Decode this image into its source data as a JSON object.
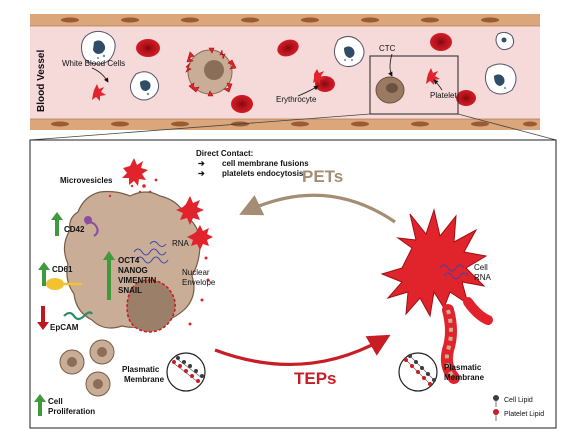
{
  "vessel": {
    "title": "Blood Vessel",
    "white_blood_cells": "White Blood Cells",
    "ctc": "CTC",
    "erythrocyte": "Erythrocyte",
    "platelet": "Platelet"
  },
  "detail": {
    "microvesicles": "Microvesicles",
    "direct_contact_title": "Direct Contact:",
    "contact_items": [
      "cell membrane fusions",
      "platelets endocytosis"
    ],
    "pets": "PETs",
    "teps": "TEPs",
    "markers": {
      "cd42": "CD42",
      "cd61": "CD61",
      "epcam": "EpCAM",
      "cell_proliferation": [
        "Cell",
        "Proliferation"
      ]
    },
    "genes": [
      "OCT4",
      "NANOG",
      "VIMENTIN",
      "SNAIL"
    ],
    "rna": "RNA",
    "nuclear_envelope": [
      "Nuclear",
      "Envelope"
    ],
    "plasmatic_membrane_left": [
      "Plasmatic",
      "Membrane"
    ],
    "plasmatic_membrane_right": [
      "Plasmatic",
      "Membrane"
    ],
    "cell_rna": [
      "Cell",
      "RNA"
    ],
    "legend": {
      "cell_lipid": "Cell Lipid",
      "platelet_lipid": "Platelet Lipid"
    }
  },
  "colors": {
    "vessel_wall": "#dba67a",
    "vessel_lumen": "#f6dada",
    "erythrocyte": "#c8141e",
    "tumor_cell": "#c9ad97",
    "platelet": "#e1242b",
    "up_arrow": "#3f9a3b",
    "down_arrow": "#c0161d",
    "pets_arrow": "#a48d74",
    "teps_arrow": "#c81d24"
  }
}
